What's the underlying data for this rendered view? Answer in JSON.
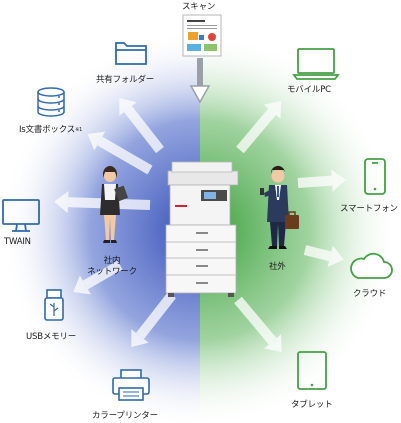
{
  "labels": {
    "scan": "スキャン",
    "shared_folder": "共有フォルダー",
    "is_box": "Is文書ボックス",
    "is_box_note": "※1",
    "twain": "TWAIN",
    "internal_network_line1": "社内",
    "internal_network_line2": "ネットワーク",
    "usb_memory": "USBメモリー",
    "color_printer": "カラープリンター",
    "mobile_pc": "モバイルPC",
    "smartphone": "スマートフォン",
    "outside": "社外",
    "cloud": "クラウド",
    "tablet": "タブレット"
  },
  "colors": {
    "internal_zone": "#3b56c0",
    "external_zone": "#35a336",
    "arrow": "#ffffff",
    "icon_blue": "#2f69ae",
    "icon_green": "#45a046"
  },
  "icons": [
    "scan-document-icon",
    "folder-icon",
    "database-icon",
    "monitor-icon",
    "usb-icon",
    "printer-icon",
    "laptop-icon",
    "smartphone-icon",
    "cloud-icon",
    "tablet-icon",
    "mfp-copier-icon"
  ]
}
